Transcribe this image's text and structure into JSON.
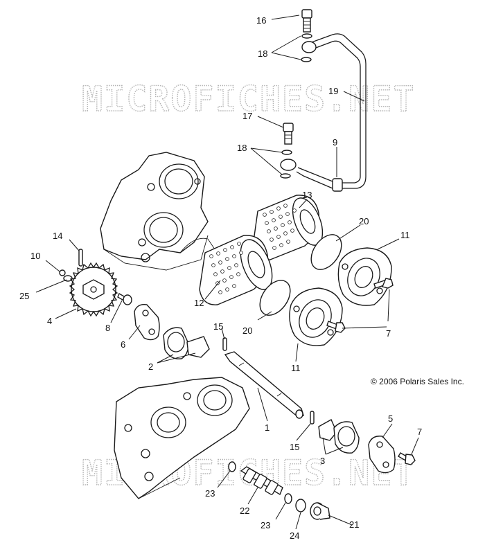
{
  "watermark": {
    "text": "MICROFICHES.NET"
  },
  "copyright": "© 2006 Polaris Sales Inc.",
  "callouts": {
    "c1": "1",
    "c2": "2",
    "c3": "3",
    "c4": "4",
    "c5": "5",
    "c6": "6",
    "c7a": "7",
    "c7b": "7",
    "c8": "8",
    "c9": "9",
    "c10": "10",
    "c11a": "11",
    "c11b": "11",
    "c12": "12",
    "c13": "13",
    "c14": "14",
    "c15a": "15",
    "c15b": "15",
    "c16": "16",
    "c17": "17",
    "c18a": "18",
    "c18b": "18",
    "c19": "19",
    "c20a": "20",
    "c20b": "20",
    "c21": "21",
    "c22": "22",
    "c23a": "23",
    "c23b": "23",
    "c24": "24",
    "c25": "25"
  }
}
